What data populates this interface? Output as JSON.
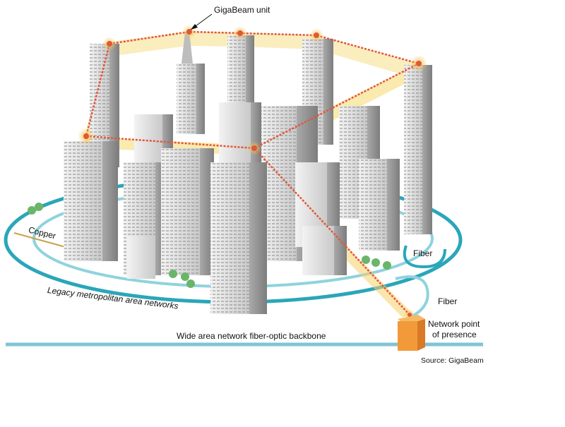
{
  "labels": {
    "gigabeam_unit": "GigaBeam unit",
    "copper": "Copper",
    "fiber_ring": "Fiber",
    "fiber_pop": "Fiber",
    "legacy_networks": "Legacy metropolitan area networks",
    "network_pop_line1": "Network point",
    "network_pop_line2": "of presence",
    "wan_backbone": "Wide area network fiber-optic backbone",
    "source": "Source: GigaBeam"
  },
  "colors": {
    "backbone": "#7fc4d4",
    "metro_ring": "#2aa6b9",
    "beam": "#e0573a",
    "beam_glow": "#f7d96e",
    "building_light": "#e8e8e8",
    "building_dark": "#9a9a9a",
    "pop_box": "#f29a3a",
    "copper": "#c9a24a",
    "tree": "#6bb56b"
  }
}
